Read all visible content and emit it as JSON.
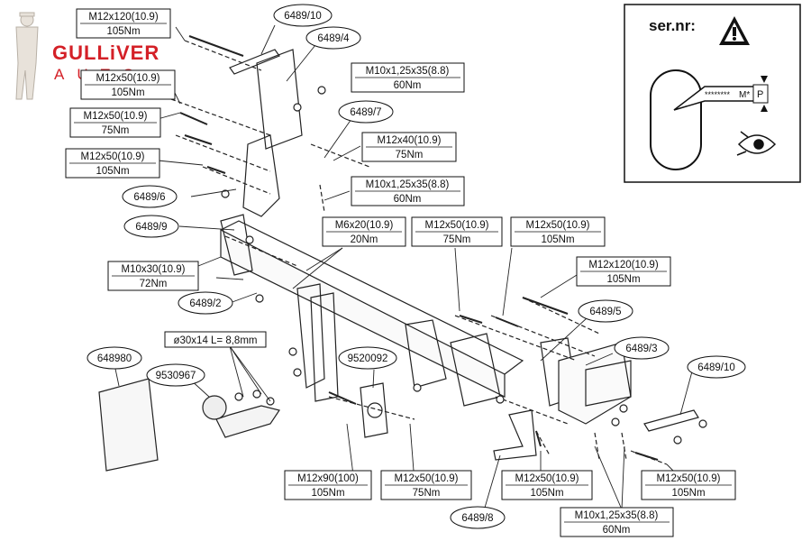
{
  "logo": {
    "brand": "GULLiVER",
    "sub": "AUTO"
  },
  "serial_panel": {
    "label": "ser.nr:",
    "stars": "********",
    "code_m": "M*",
    "code_p": "P"
  },
  "bolt_specs": [
    {
      "size": "M12x120(10.9)",
      "torque": "105Nm"
    },
    {
      "size": "M12x50(10.9)",
      "torque": "105Nm"
    },
    {
      "size": "M12x50(10.9)",
      "torque": "75Nm"
    },
    {
      "size": "M12x50(10.9)",
      "torque": "105Nm"
    },
    {
      "size": "M10x1,25x35(8.8)",
      "torque": "60Nm"
    },
    {
      "size": "M12x40(10.9)",
      "torque": "75Nm"
    },
    {
      "size": "M10x1,25x35(8.8)",
      "torque": "60Nm"
    },
    {
      "size": "M6x20(10.9)",
      "torque": "20Nm"
    },
    {
      "size": "M12x50(10.9)",
      "torque": "75Nm"
    },
    {
      "size": "M12x50(10.9)",
      "torque": "105Nm"
    },
    {
      "size": "M10x30(10.9)",
      "torque": "72Nm"
    },
    {
      "size": "M12x120(10.9)",
      "torque": "105Nm"
    },
    {
      "size": "M12x90(100)",
      "torque": "105Nm"
    },
    {
      "size": "M12x50(10.9)",
      "torque": "75Nm"
    },
    {
      "size": "M12x50(10.9)",
      "torque": "105Nm"
    },
    {
      "size": "M12x50(10.9)",
      "torque": "105Nm"
    },
    {
      "size": "M10x1,25x35(8.8)",
      "torque": "60Nm"
    }
  ],
  "washer_spec": "ø30x14 L= 8,8mm",
  "part_labels": [
    "6489/10",
    "6489/4",
    "6489/7",
    "6489/6",
    "6489/9",
    "6489/2",
    "6489/5",
    "6489/3",
    "6489/10",
    "648980",
    "9530967",
    "9520092",
    "6489/8"
  ]
}
